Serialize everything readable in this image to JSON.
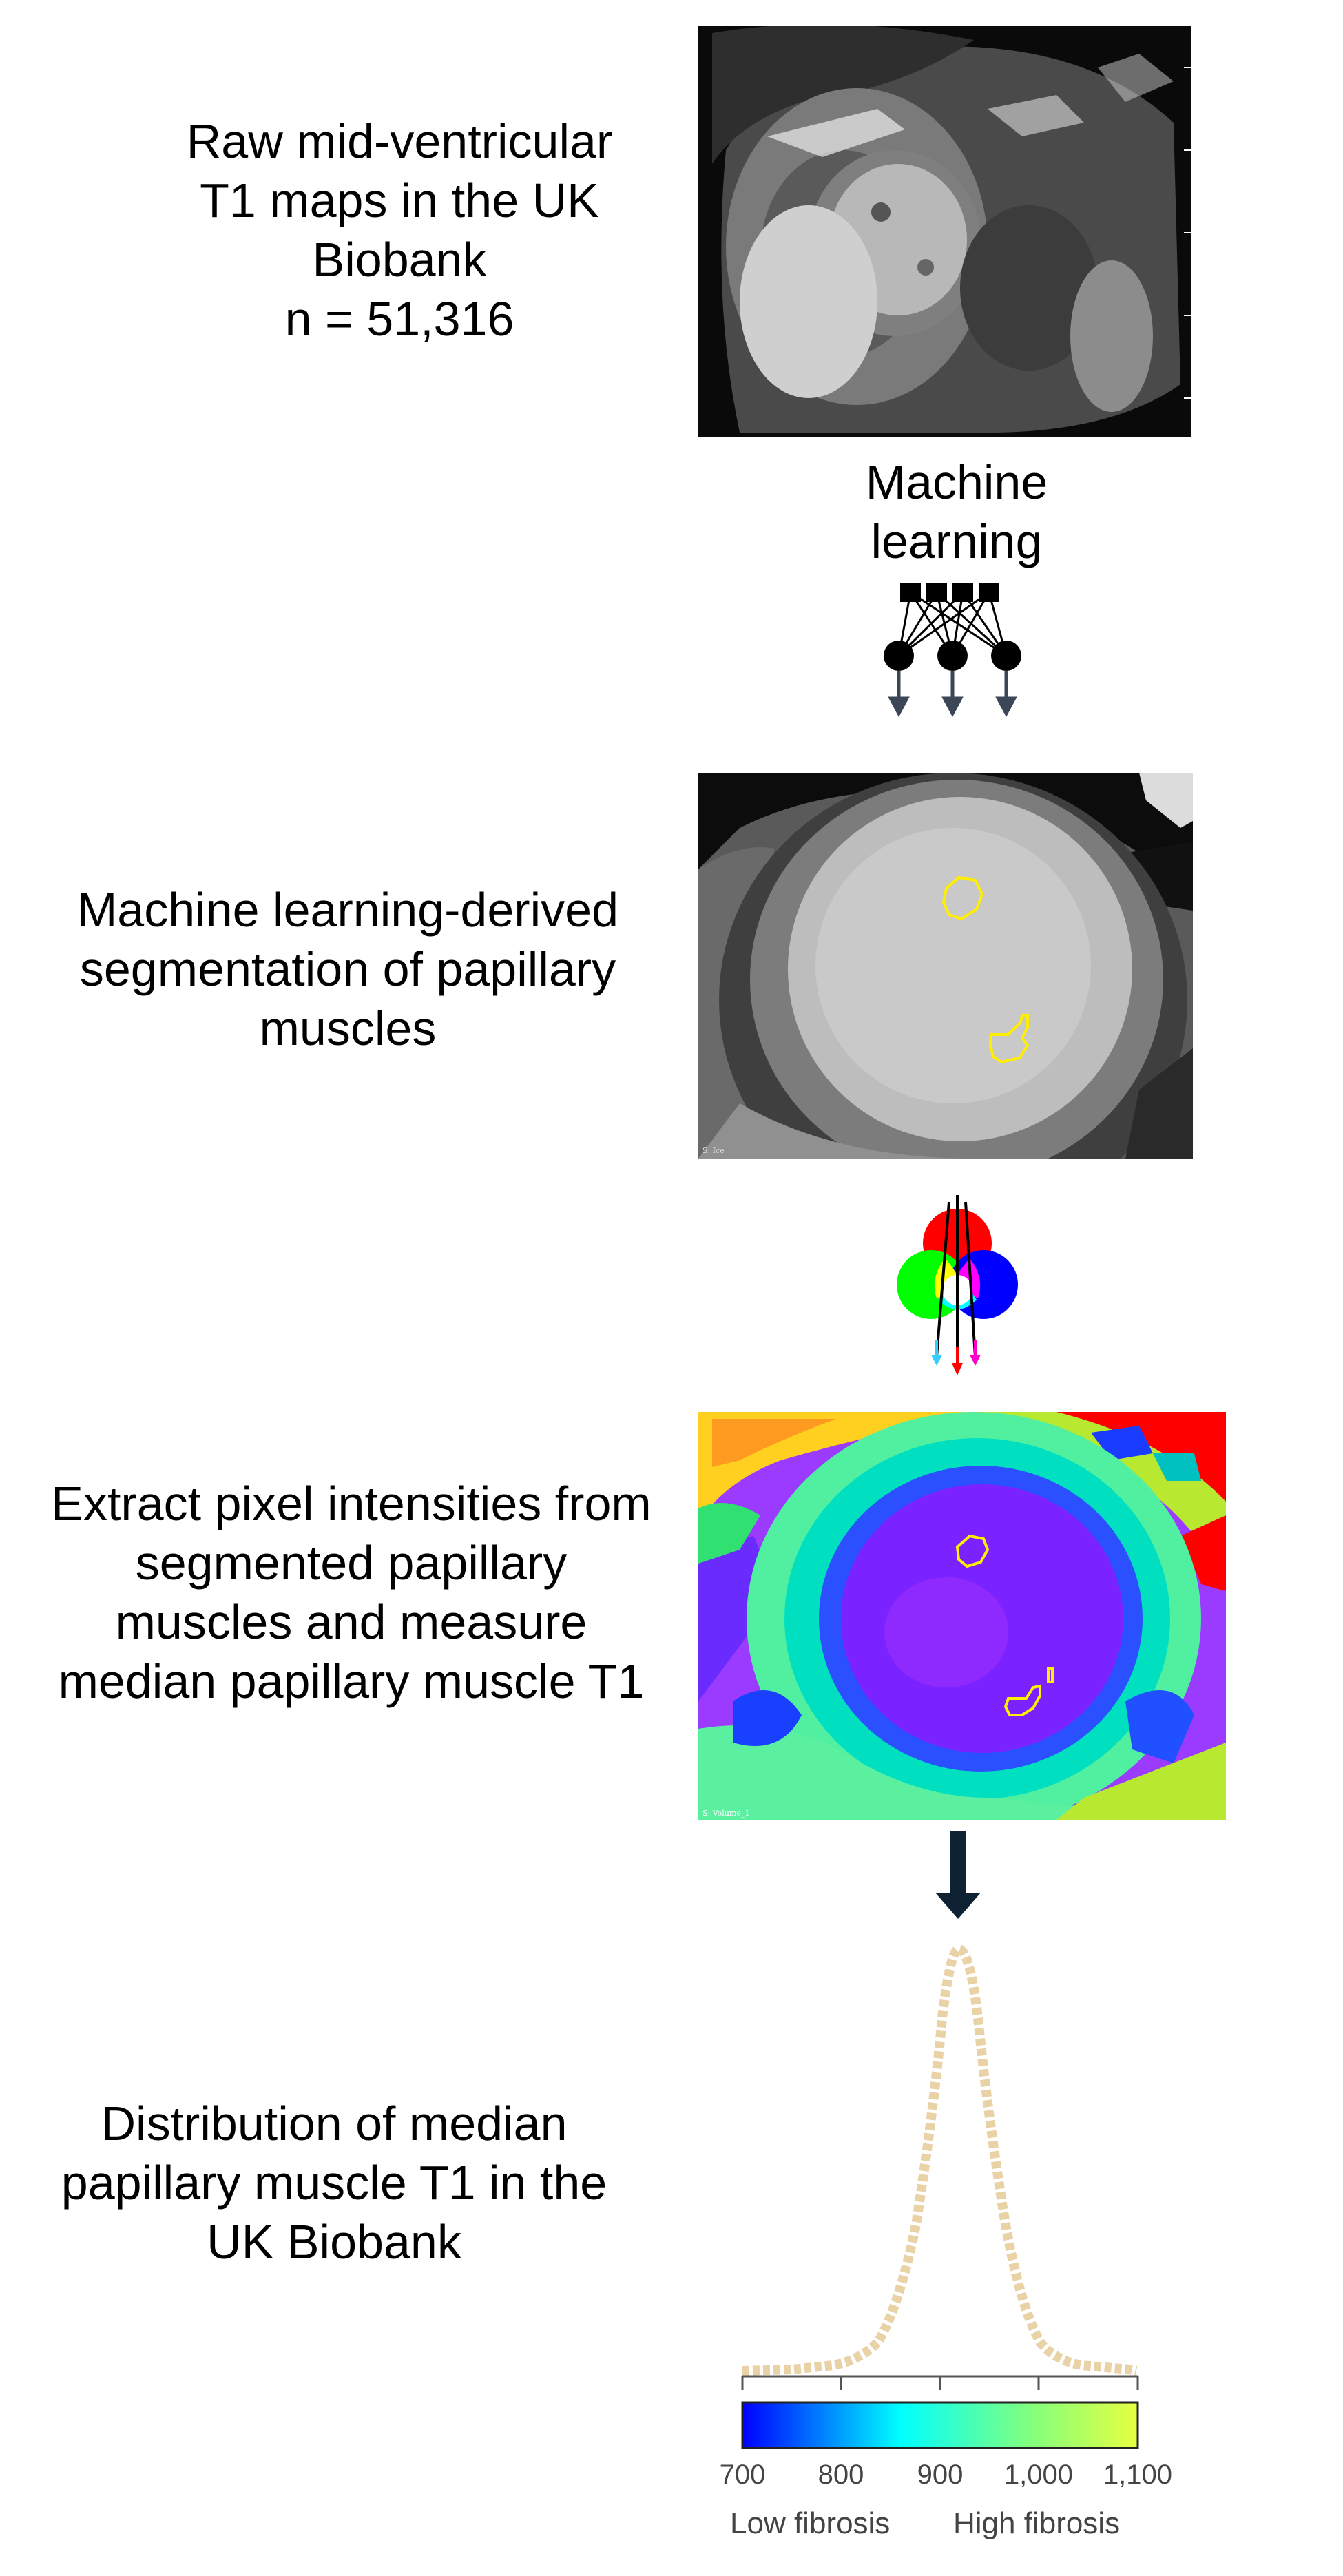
{
  "steps": {
    "raw": {
      "label_lines": [
        "Raw mid-ventricular",
        "T1 maps in the UK",
        "Biobank",
        "n = 51,316"
      ]
    },
    "ml": {
      "label_lines": [
        "Machine",
        "learning"
      ]
    },
    "segmentation": {
      "label_lines": [
        "Machine learning-derived",
        "segmentation of papillary",
        "muscles"
      ]
    },
    "extract": {
      "label_lines": [
        "Extract pixel intensities from",
        "segmented papillary",
        "muscles and measure",
        "median papillary muscle T1"
      ]
    },
    "distribution": {
      "label_lines": [
        "Distribution of median",
        "papillary muscle T1 in the",
        "UK Biobank"
      ]
    }
  },
  "colorbar": {
    "ticks": [
      "700",
      "800",
      "900",
      "1,000",
      "1,100"
    ],
    "low_label": "Low fibrosis",
    "high_label": "High fibrosis",
    "colors": [
      "#0000ff",
      "#00ffff",
      "#7fff7f",
      "#e6ff40"
    ]
  },
  "image_watermarks": {
    "segmentation": "S: Ice",
    "t1map": "S: Volume_1"
  },
  "colors": {
    "contour": "#ffee00",
    "arrow_dark": "#0f2233",
    "arrow_gray": "#3b4656",
    "curve": "#e8d2a6"
  }
}
